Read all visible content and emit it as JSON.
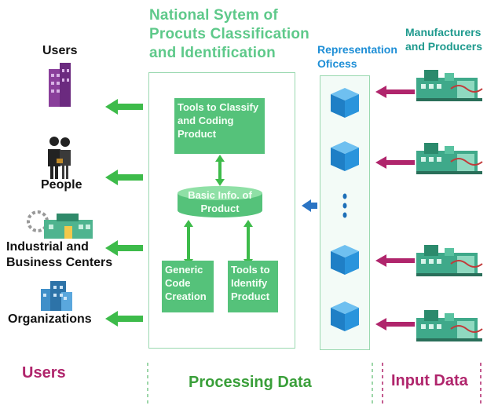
{
  "title": "National Sytem of Procuts Classification and Identification",
  "representation_label": "Representation Oficess",
  "manufacturers_label": "Manufacturers and Producers",
  "left_entities": {
    "users": "Users",
    "people": "People",
    "industrial": "Industrial and Business Centers",
    "organizations": "Organizations"
  },
  "process_boxes": {
    "classify": "Tools to Classify and Coding Product",
    "basic_info": "Basic Info. of Product",
    "generic_code": "Generic Code Creation",
    "identify": "Tools to Identify Product"
  },
  "bottom_labels": {
    "users": "Users",
    "processing": "Processing Data",
    "input": "Input Data"
  },
  "colors": {
    "green": "#55c27a",
    "arrow_green": "#3dbb4a",
    "magenta": "#b0256c",
    "blue": "#1d8ed6"
  }
}
